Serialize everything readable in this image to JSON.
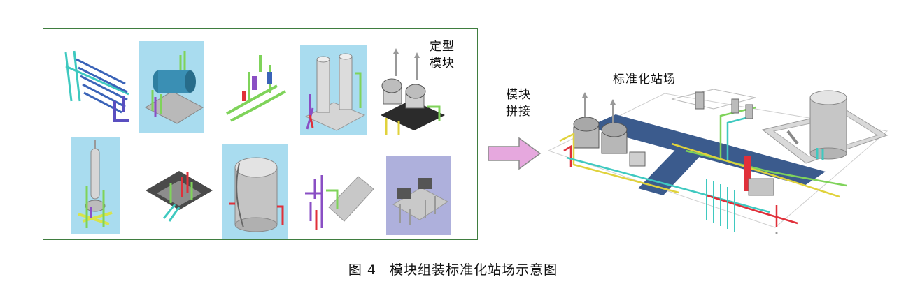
{
  "panel": {
    "label_line1": "定型",
    "label_line2": "模块"
  },
  "arrow": {
    "label_line1": "模块",
    "label_line2": "拼接"
  },
  "plant": {
    "label": "标准化站场"
  },
  "caption": {
    "fig": "图 4",
    "text": "模块组装标准化站场示意图"
  },
  "colors": {
    "frame": "#3f7d3f",
    "tile_bg": "#a9dcef",
    "tile_bg_purple": "#aeb0dc",
    "arrow_fill": "#e6a8de",
    "road": "#3b5b8d",
    "pipe_green": "#7fd35a",
    "pipe_cyan": "#3fc9c0",
    "pipe_red": "#e0303a",
    "pipe_purple": "#8a4fc4",
    "vessel": "#c8c8c8"
  },
  "module_icons": [
    "heat-exchanger-rack-icon",
    "horizontal-tank-icon",
    "pipe-manifold-icon",
    "twin-column-icon",
    "separator-skid-icon",
    "vertical-column-icon",
    "pump-skid-icon",
    "storage-tank-icon",
    "valve-manifold-icon",
    "compressor-skid-icon"
  ]
}
